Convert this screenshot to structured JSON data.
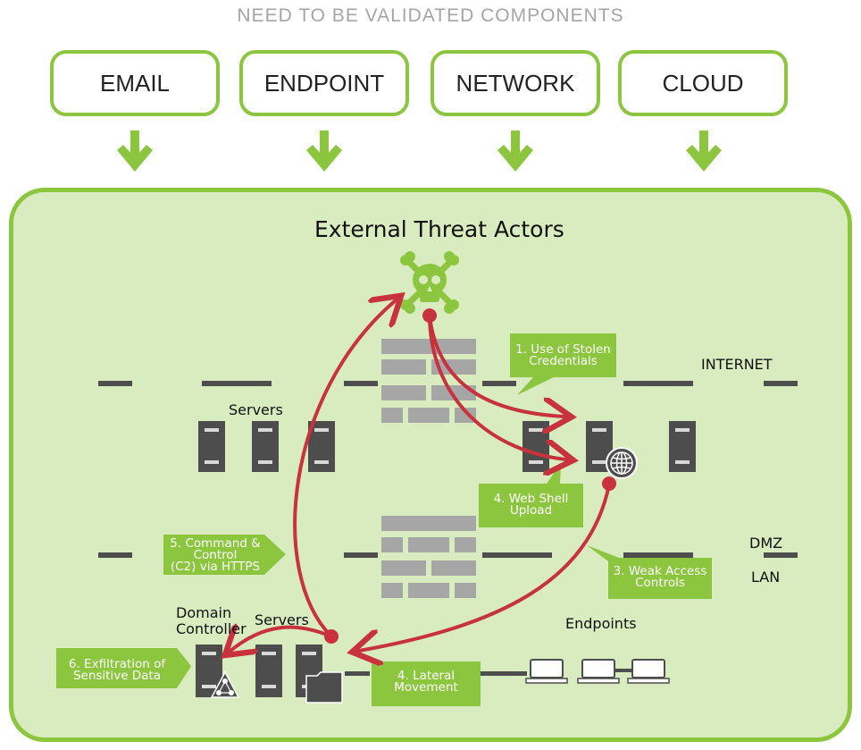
{
  "header": {
    "title": "NEED TO BE VALIDATED COMPONENTS"
  },
  "components": [
    {
      "label": "EMAIL"
    },
    {
      "label": "ENDPOINT"
    },
    {
      "label": "NETWORK"
    },
    {
      "label": "CLOUD"
    }
  ],
  "diagram": {
    "title": "External Threat Actors",
    "zones": {
      "internet": "INTERNET",
      "dmz": "DMZ",
      "lan": "LAN"
    },
    "groups": {
      "servers_top": "Servers",
      "servers_bottom": "Servers",
      "domain_controller_line1": "Domain",
      "domain_controller_line2": "Controller",
      "endpoints": "Endpoints"
    },
    "callouts": [
      {
        "line1": "1. Use of Stolen",
        "line2": "Credentials"
      },
      {
        "line1": "4. Web Shell",
        "line2": "Upload"
      },
      {
        "line1": "3. Weak Access",
        "line2": "Controls"
      },
      {
        "line1": "5. Command &",
        "line2": "Control",
        "line3": "(C2) via HTTPS"
      },
      {
        "line1": "4. Lateral",
        "line2": "Movement"
      },
      {
        "line1": "6. Exfiltration of",
        "line2": "Sensitive Data"
      }
    ]
  },
  "colors": {
    "accent": "#8cc63f",
    "panel": "#d9ecc0",
    "attack": "#c8323c",
    "server": "#4d4d4d",
    "wall": "#a6a6a6"
  }
}
